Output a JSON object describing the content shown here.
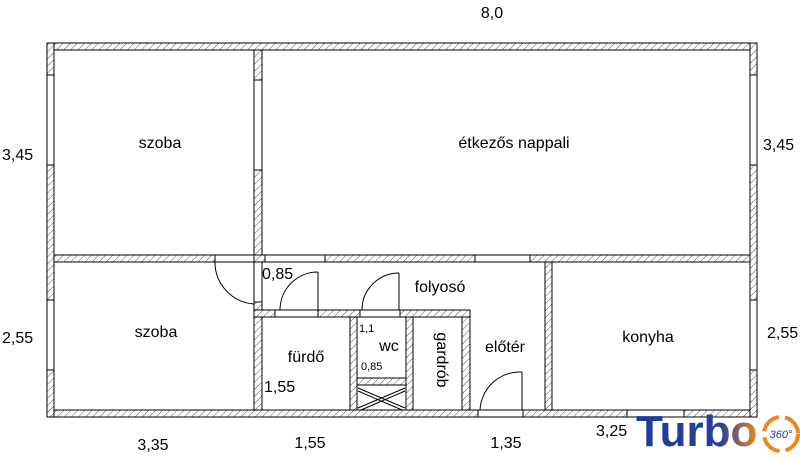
{
  "plan": {
    "dimensions": {
      "top_total": "8,0",
      "left_top": "3,45",
      "right_top": "3,45",
      "left_bottom": "2,55",
      "right_bottom": "2,55",
      "bottom_1": "3,35",
      "bottom_2": "1,55",
      "bottom_3": "1,35",
      "bottom_4": "3,25"
    },
    "rooms": {
      "bedroom_top": "szoba",
      "living_dining": "étkezős nappali",
      "bedroom_bottom": "szoba",
      "corridor": "folyosó",
      "bathroom": "fürdő",
      "wc": "wc",
      "wardrobe": "gardrób",
      "hall": "előtér",
      "kitchen": "konyha"
    },
    "inner_dimensions": {
      "corridor_width": "0,85",
      "bathroom_width": "1,55",
      "wc_length": "1,1",
      "wc_width": "0,85"
    }
  },
  "logo": {
    "text": "Turbo",
    "badge": "360°",
    "blue": "#1f3a9e",
    "orange": "#e98a1f"
  }
}
